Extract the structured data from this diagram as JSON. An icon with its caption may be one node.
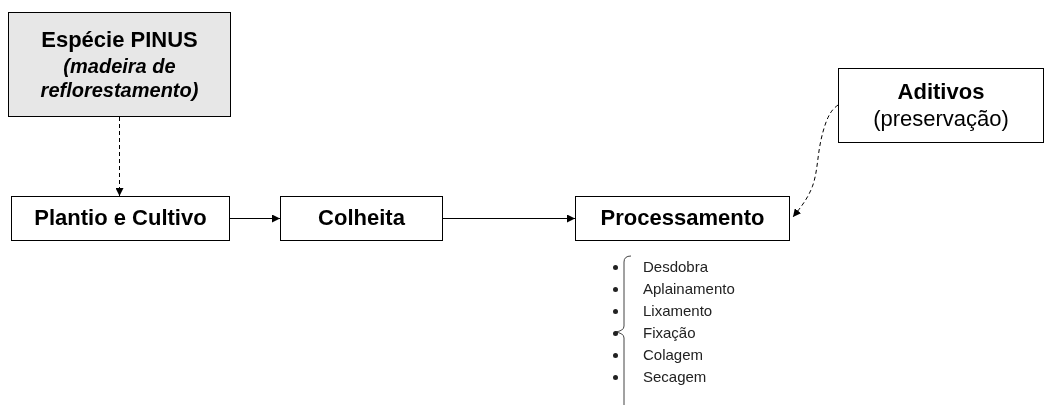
{
  "diagram": {
    "nodes": [
      {
        "text": [
          "Espécie PINUS",
          "(madeira de reflorestamento)"
        ]
      },
      {
        "text": [
          "Plantio e Cultivo"
        ]
      },
      {
        "text": [
          "Colheita"
        ]
      },
      {
        "text": [
          "Processamento"
        ]
      },
      {
        "text": [
          "Aditivos",
          "(preservação)"
        ]
      }
    ],
    "edges": [
      {
        "from": 0,
        "to": 1,
        "arrow": "to",
        "style": "dashed"
      },
      {
        "from": 1,
        "to": 2,
        "arrow": "to"
      },
      {
        "from": 2,
        "to": 3,
        "arrow": "to"
      },
      {
        "from": 4,
        "to": 3,
        "arrow": "to",
        "style": "dashed"
      }
    ],
    "labels": [
      "Desdobra",
      "Aplainamento",
      "Lixamento",
      "Fixação",
      "Colagem",
      "Secagem"
    ]
  }
}
